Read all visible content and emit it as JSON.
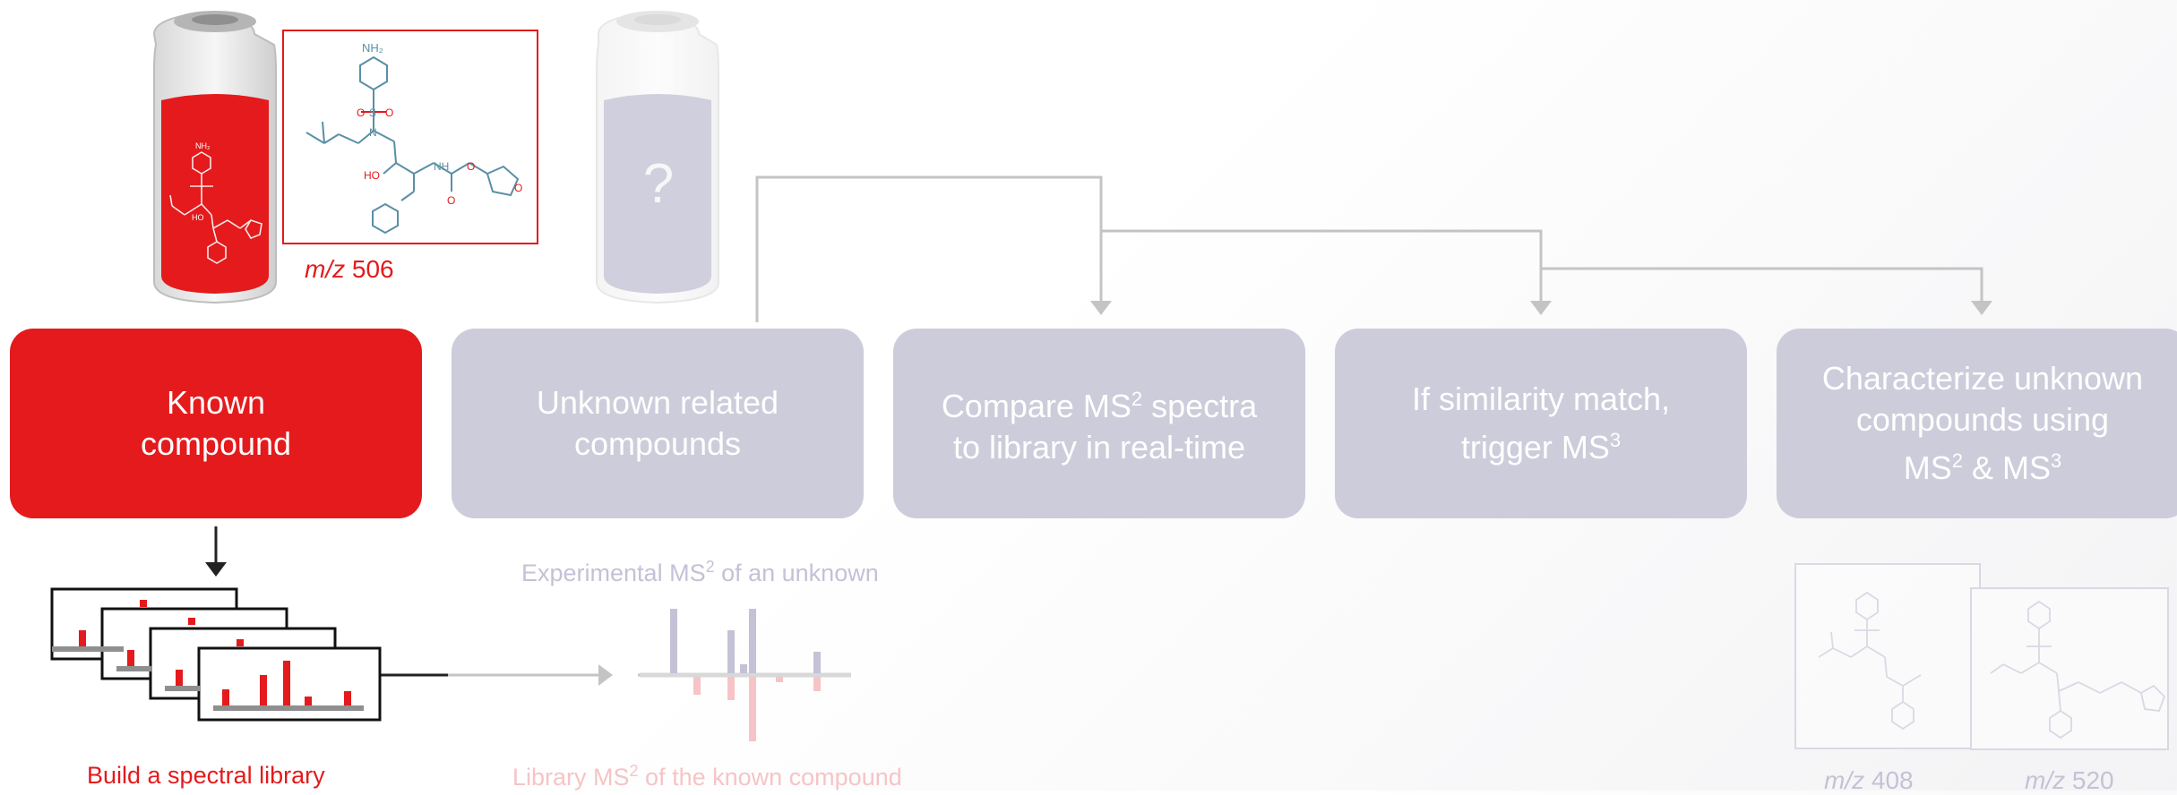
{
  "steps": [
    {
      "text": "Known compound",
      "state": "active"
    },
    {
      "text": "Unknown related compounds",
      "state": "muted"
    },
    {
      "text_a": "Compare MS",
      "sup": "2",
      "text_b": " spectra to library in real-time",
      "state": "muted"
    },
    {
      "text_a": "If similarity match, trigger MS",
      "sup": "3",
      "state": "muted"
    },
    {
      "line1": "Characterize unknown",
      "line2": "compounds using",
      "line3_a": "MS",
      "sup1": "2",
      "line3_b": " & MS",
      "sup2": "3",
      "state": "muted"
    }
  ],
  "known": {
    "mz_prefix": "m/z",
    "mz_value": "506",
    "library_label": "Build a spectral library",
    "nh2": "NH₂"
  },
  "unknown_vial": {
    "glyph": "?"
  },
  "spectra": {
    "top_label_a": "Experimental MS",
    "top_sup": "2",
    "top_label_b": " of an unknown",
    "bottom_label_a": "Library MS",
    "bottom_sup": "2",
    "bottom_label_b": " of the known compound"
  },
  "results": [
    {
      "mz_prefix": "m/z",
      "mz_value": "408"
    },
    {
      "mz_prefix": "m/z",
      "mz_value": "520"
    }
  ],
  "colors": {
    "accent": "#e41a1c",
    "muted_box": "#cdccda",
    "connector": "#c4c4c4",
    "molecule": "#5a8fa5"
  }
}
